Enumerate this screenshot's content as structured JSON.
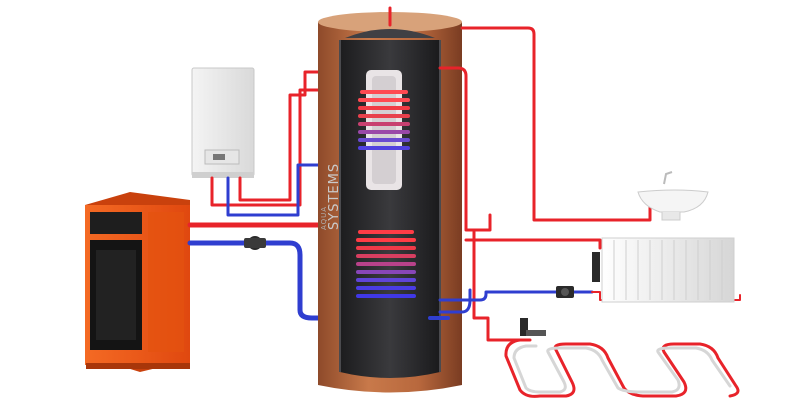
{
  "diagram": {
    "brand_label": "SYSTEMS",
    "brand_small": "AQUA",
    "colors": {
      "hot": "#e8232a",
      "cold": "#2f3ed0",
      "boiler": "#f2571a",
      "tank_shell": "#b9663c",
      "tank_inner": "#2a2a2c",
      "background": "#ffffff"
    },
    "components": [
      "solid-fuel-boiler",
      "wall-gas-boiler",
      "hot-water-storage-tank",
      "wash-basin",
      "radiator",
      "underfloor-heating-loop",
      "circulation-pumps"
    ]
  }
}
